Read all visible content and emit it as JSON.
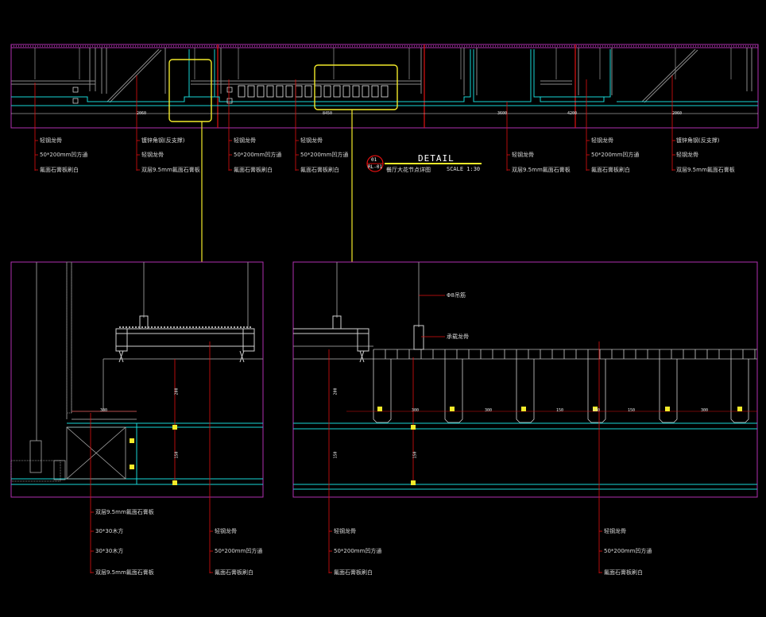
{
  "detail": {
    "title": "DETAIL",
    "number": "01",
    "sheet": "RL-01",
    "name": "餐厅大花节点详图",
    "scale": "SCALE 1:30"
  },
  "top_labels": [
    {
      "text": "轻钢龙骨"
    },
    {
      "text": "50*200mm凹方通"
    },
    {
      "text": "氟面石膏板刷白"
    },
    {
      "text": "镀锌角钢(反支撑)"
    },
    {
      "text": "轻钢龙骨"
    },
    {
      "text": "双层9.5mm氟面石膏板"
    },
    {
      "text": "轻钢龙骨"
    },
    {
      "text": "50*200mm凹方通"
    },
    {
      "text": "氟面石膏板刷白"
    },
    {
      "text": "轻钢龙骨"
    },
    {
      "text": "50*200mm凹方通"
    },
    {
      "text": "氟面石膏板刷白"
    },
    {
      "text": "轻钢龙骨"
    },
    {
      "text": "双层9.5mm氟面石膏板"
    },
    {
      "text": "轻钢龙骨"
    },
    {
      "text": "50*200mm凹方通"
    },
    {
      "text": "氟面石膏板刷白"
    },
    {
      "text": "镀锌角钢(反支撑)"
    },
    {
      "text": "轻钢龙骨"
    },
    {
      "text": "双层9.5mm氟面石膏板"
    }
  ],
  "top_dims": [
    "2060",
    "8450",
    "3600",
    "4200",
    "2060"
  ],
  "left_detail": {
    "dims": [
      "300",
      "200",
      "150"
    ],
    "labels": [
      "双层9.5mm氟面石膏板",
      "30*30木方",
      "30*30木方",
      "双层9.5mm氟面石膏板",
      "轻钢龙骨",
      "50*200mm凹方通",
      "氟面石膏板刷白"
    ]
  },
  "right_detail": {
    "dims": [
      "200",
      "150",
      "300",
      "150",
      "300",
      "150",
      "150",
      "150",
      "300",
      "300"
    ],
    "callouts": [
      "Φ8吊筋",
      "承载龙骨"
    ],
    "labels": [
      "轻钢龙骨",
      "50*200mm凹方通",
      "氟面石膏板刷白",
      "轻钢龙骨",
      "50*200mm凹方通",
      "氟面石膏板刷白"
    ]
  },
  "colors": {
    "frame": "#b02fb0",
    "cyan": "#18d6d6",
    "red": "#e01010",
    "yellow": "#f2ea2a",
    "white": "#e8e8e8",
    "grey": "#8a8a8a"
  }
}
